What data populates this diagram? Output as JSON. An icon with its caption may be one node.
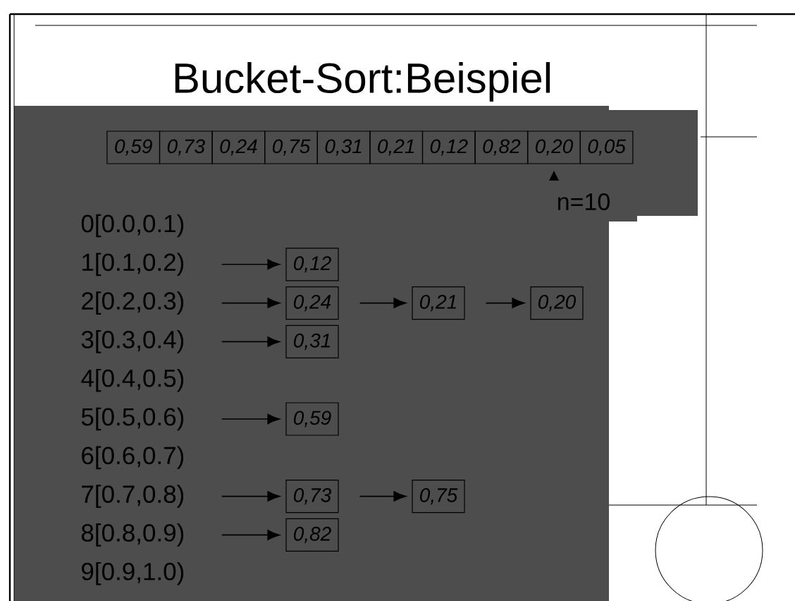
{
  "diagram": {
    "title": "Bucket-Sort:Beispiel",
    "nodes": [
      {
        "text": [
          "0,59"
        ]
      },
      {
        "text": [
          "0,73"
        ]
      },
      {
        "text": [
          "0,24"
        ]
      },
      {
        "text": [
          "0,75"
        ]
      },
      {
        "text": [
          "0,31"
        ]
      },
      {
        "text": [
          "0,21"
        ]
      },
      {
        "text": [
          "0,12"
        ]
      },
      {
        "text": [
          "0,82"
        ]
      },
      {
        "text": [
          "0,20"
        ]
      },
      {
        "text": [
          "0,05"
        ]
      },
      {
        "text": [
          "0[0.0,0.1)"
        ]
      },
      {
        "text": [
          "1[0.1,0.2)"
        ]
      },
      {
        "text": [
          "2[0.2,0.3)"
        ]
      },
      {
        "text": [
          "3[0.3,0.4)"
        ]
      },
      {
        "text": [
          "4[0.4,0.5)"
        ]
      },
      {
        "text": [
          "5[0.5,0.6)"
        ]
      },
      {
        "text": [
          "6[0.6,0.7)"
        ]
      },
      {
        "text": [
          "7[0.7,0.8)"
        ]
      },
      {
        "text": [
          "8[0.8,0.9)"
        ]
      },
      {
        "text": [
          "9[0.9,1.0)"
        ]
      },
      {
        "text": [
          "0,12"
        ]
      },
      {
        "text": [
          "0,24"
        ]
      },
      {
        "text": [
          "0,21"
        ]
      },
      {
        "text": [
          "0,20"
        ]
      },
      {
        "text": [
          "0,31"
        ]
      },
      {
        "text": [
          "0,59"
        ]
      },
      {
        "text": [
          "0,73"
        ]
      },
      {
        "text": [
          "0,75"
        ]
      },
      {
        "text": [
          "0,82"
        ]
      }
    ],
    "edges": [
      {
        "from": 11,
        "to": 20,
        "arrow": "to"
      },
      {
        "from": 12,
        "to": 21,
        "arrow": "to"
      },
      {
        "from": 21,
        "to": 22,
        "arrow": "to"
      },
      {
        "from": 22,
        "to": 23,
        "arrow": "to"
      },
      {
        "from": 13,
        "to": 24,
        "arrow": "to"
      },
      {
        "from": 15,
        "to": 25,
        "arrow": "to"
      },
      {
        "from": 17,
        "to": 26,
        "arrow": "to"
      },
      {
        "from": 26,
        "to": 27,
        "arrow": "to"
      },
      {
        "from": 18,
        "to": 28,
        "arrow": "to"
      }
    ],
    "labels": [
      "n=10"
    ]
  }
}
